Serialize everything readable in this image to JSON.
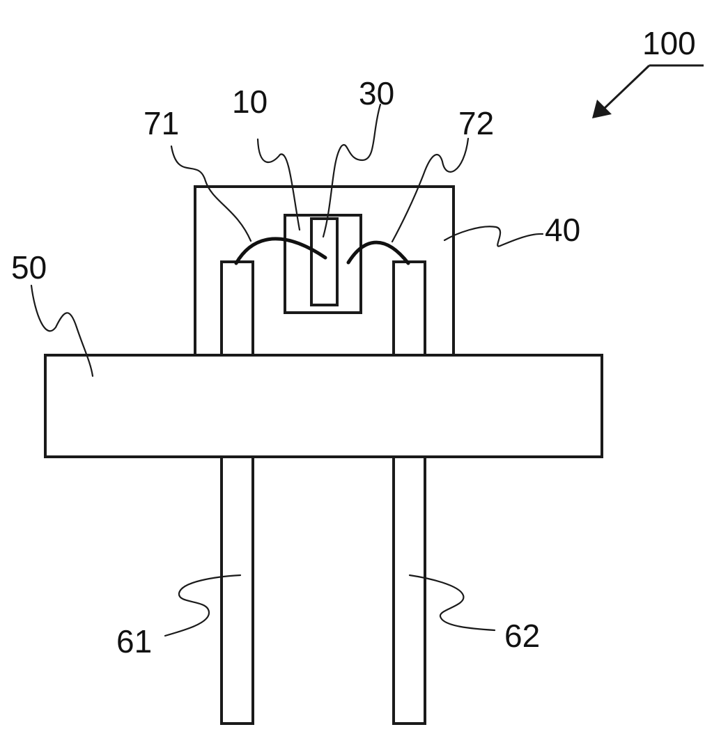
{
  "labels": {
    "device": "100",
    "chip": "10",
    "active_region": "30",
    "cap": "40",
    "base": "50",
    "lead_left": "61",
    "lead_right": "62",
    "wire_left": "71",
    "wire_right": "72"
  },
  "colors": {
    "line": "#1a1a1a",
    "background": "#ffffff"
  }
}
